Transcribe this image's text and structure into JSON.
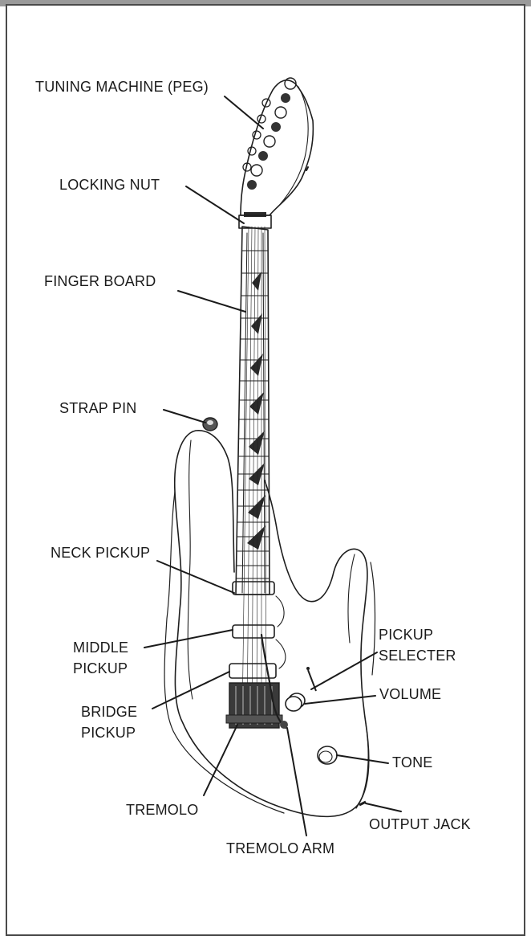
{
  "diagram": {
    "labels": {
      "tuning_machine": "TUNING MACHINE (PEG)",
      "locking_nut": "LOCKING NUT",
      "finger_board": "FINGER BOARD",
      "strap_pin": "STRAP PIN",
      "neck_pickup": "NECK PICKUP",
      "middle_pickup_line1": "MIDDLE",
      "middle_pickup_line2": "PICKUP",
      "pickup_selecter_line1": "PICKUP",
      "pickup_selecter_line2": "SELECTER",
      "volume": "VOLUME",
      "bridge_pickup_line1": "BRIDGE",
      "bridge_pickup_line2": "PICKUP",
      "tone": "TONE",
      "tremolo": "TREMOLO",
      "output_jack": "OUTPUT JACK",
      "tremolo_arm": "TREMOLO ARM"
    },
    "colors": {
      "frame_border": "#4a4a4a",
      "top_band": "#9a9a9a",
      "background": "#ffffff",
      "ink": "#1e1e1e"
    }
  }
}
